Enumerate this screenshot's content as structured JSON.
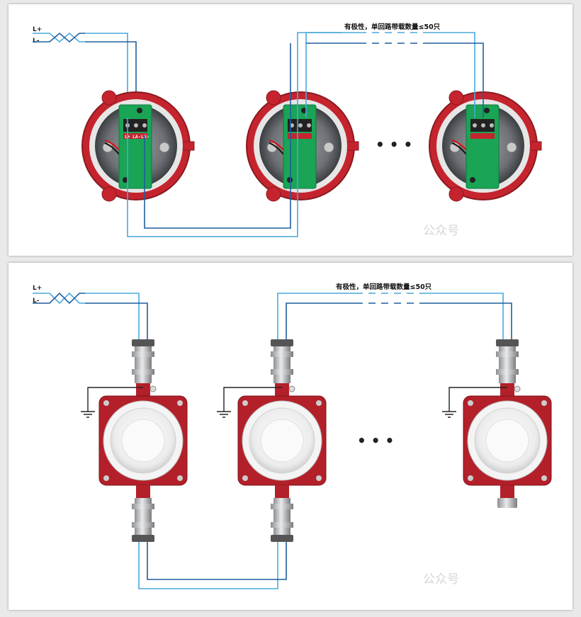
{
  "top": {
    "label_lplus": "L+",
    "label_lminus": "L-",
    "note": "有极性，单回路带载数量≤50只",
    "ellipsis": "• • •",
    "watermark": "公众号",
    "terminals": [
      "L+",
      "LA-",
      "LB-"
    ]
  },
  "bottom": {
    "label_lplus": "L+",
    "label_lminus": "L-",
    "note": "有极性，单回路带载数量≤50只",
    "ellipsis": "•   •   •",
    "watermark": "公众号"
  },
  "colors": {
    "wire_light": "#4aa8dc",
    "wire_dark": "#1f5f9e",
    "housing_red": "#b3202a",
    "pcb_green": "#1aa455"
  }
}
